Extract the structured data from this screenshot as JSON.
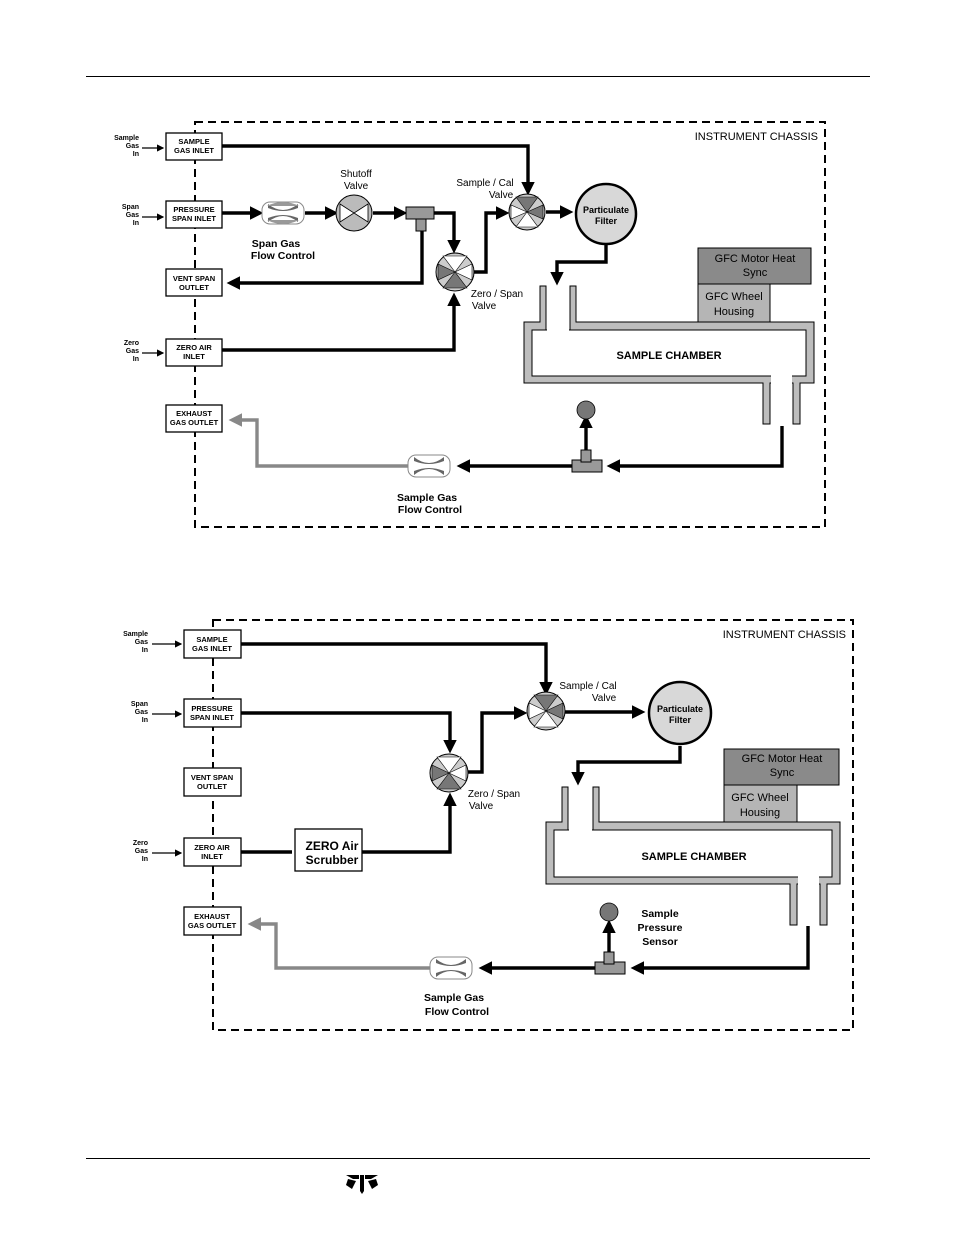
{
  "diagram1": {
    "chassis_label": "INSTRUMENT CHASSIS",
    "inputs": {
      "sample": [
        "Sample",
        "Gas",
        "In"
      ],
      "span": [
        "Span",
        "Gas",
        "In"
      ],
      "zero": [
        "Zero",
        "Gas",
        "In"
      ]
    },
    "ports": {
      "sample_inlet": [
        "SAMPLE",
        "GAS INLET"
      ],
      "pressure_span_inlet": [
        "PRESSURE",
        "SPAN INLET"
      ],
      "vent_span_outlet": [
        "VENT SPAN",
        "OUTLET"
      ],
      "zero_air_inlet": [
        "ZERO AIR",
        "INLET"
      ],
      "exhaust_gas_outlet": [
        "EXHAUST",
        "GAS OUTLET"
      ]
    },
    "labels": {
      "shutoff_valve": [
        "Shutoff",
        "Valve"
      ],
      "span_gas_flow_control": [
        "Span Gas",
        "Flow Control"
      ],
      "sample_cal_valve": [
        "Sample / Cal",
        "Valve"
      ],
      "zero_span_valve": [
        "Zero / Span",
        "Valve"
      ],
      "particulate_filter": [
        "Particulate",
        "Filter"
      ],
      "gfc_motor_heat_sync": [
        "GFC Motor Heat",
        "Sync"
      ],
      "gfc_wheel_housing": [
        "GFC Wheel",
        "Housing"
      ],
      "sample_chamber": "SAMPLE CHAMBER",
      "sample_gas_flow_control": [
        "Sample Gas",
        "Flow Control"
      ]
    }
  },
  "diagram2": {
    "chassis_label": "INSTRUMENT CHASSIS",
    "inputs": {
      "sample": [
        "Sample",
        "Gas",
        "In"
      ],
      "span": [
        "Span",
        "Gas",
        "In"
      ],
      "zero": [
        "Zero",
        "Gas",
        "In"
      ]
    },
    "ports": {
      "sample_inlet": [
        "SAMPLE",
        "GAS INLET"
      ],
      "pressure_span_inlet": [
        "PRESSURE",
        "SPAN INLET"
      ],
      "vent_span_outlet": [
        "VENT SPAN",
        "OUTLET"
      ],
      "zero_air_inlet": [
        "ZERO AIR",
        "INLET"
      ],
      "exhaust_gas_outlet": [
        "EXHAUST",
        "GAS OUTLET"
      ]
    },
    "labels": {
      "zero_air_scrubber": [
        "ZERO Air",
        "Scrubber"
      ],
      "sample_cal_valve": [
        "Sample / Cal",
        "Valve"
      ],
      "zero_span_valve": [
        "Zero / Span",
        "Valve"
      ],
      "particulate_filter": [
        "Particulate",
        "Filter"
      ],
      "gfc_motor_heat_sync": [
        "GFC Motor Heat",
        "Sync"
      ],
      "gfc_wheel_housing": [
        "GFC Wheel",
        "Housing"
      ],
      "sample_chamber": "SAMPLE CHAMBER",
      "sample_pressure_sensor": [
        "Sample",
        "Pressure",
        "Sensor"
      ],
      "sample_gas_flow_control": [
        "Sample Gas",
        "Flow Control"
      ]
    }
  },
  "colors": {
    "flow": "#000000",
    "exhaust_flow": "#888888",
    "chamber": "#bdbdbd",
    "gfc_sync": "#8a8a8a",
    "gfc_housing": "#b5b5b5",
    "filter": "#d8d8d8"
  },
  "footer": {
    "logo_icon": "teledyne-logo-icon"
  }
}
